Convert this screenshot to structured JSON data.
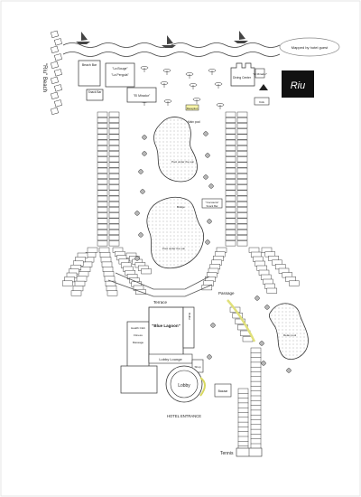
{
  "map": {
    "labels": {
      "beach_strip": "\"Riu\" Beach",
      "beach_bar": "Beach Bar",
      "bar_left": "\"La Bouge\"",
      "bar_left_sub": "Snack Bar",
      "bar_right": "\"La Pergola\"",
      "bar_right_sub": "\"El Mirador\"",
      "diving_center": "Diving Center",
      "restaurant_sea": "\"El Mirador\"",
      "kids": "Kids",
      "pool_top": "Main pool",
      "pool_top_sub": "Pool under the sun",
      "pool_mid": "Pool under the sun",
      "pool_bridge": "Bridge",
      "bar_pool": "\"Cocoteria\"",
      "bar_pool_sub": "Snack Bar",
      "terrace": "Terrace",
      "passage": "Passage",
      "restaurant_main": "\"Blue Lagoon\"",
      "restaurant_side": "Buffet",
      "health_club": "Health Club",
      "health_club_2": "Fitness",
      "health_club_3": "Massage",
      "shop": "Shop",
      "lobby_lounge": "Lobby Lounge",
      "lobby": "Lobby",
      "hotel_entrance": "HOTEL ENTRANCE",
      "bazaar": "Bazaar",
      "pool_right": "Relax pool",
      "tennis": "Tennis",
      "reception": "Reception",
      "right_mark": "Riu"
    },
    "watermark": "Mapped by hotel guest"
  }
}
